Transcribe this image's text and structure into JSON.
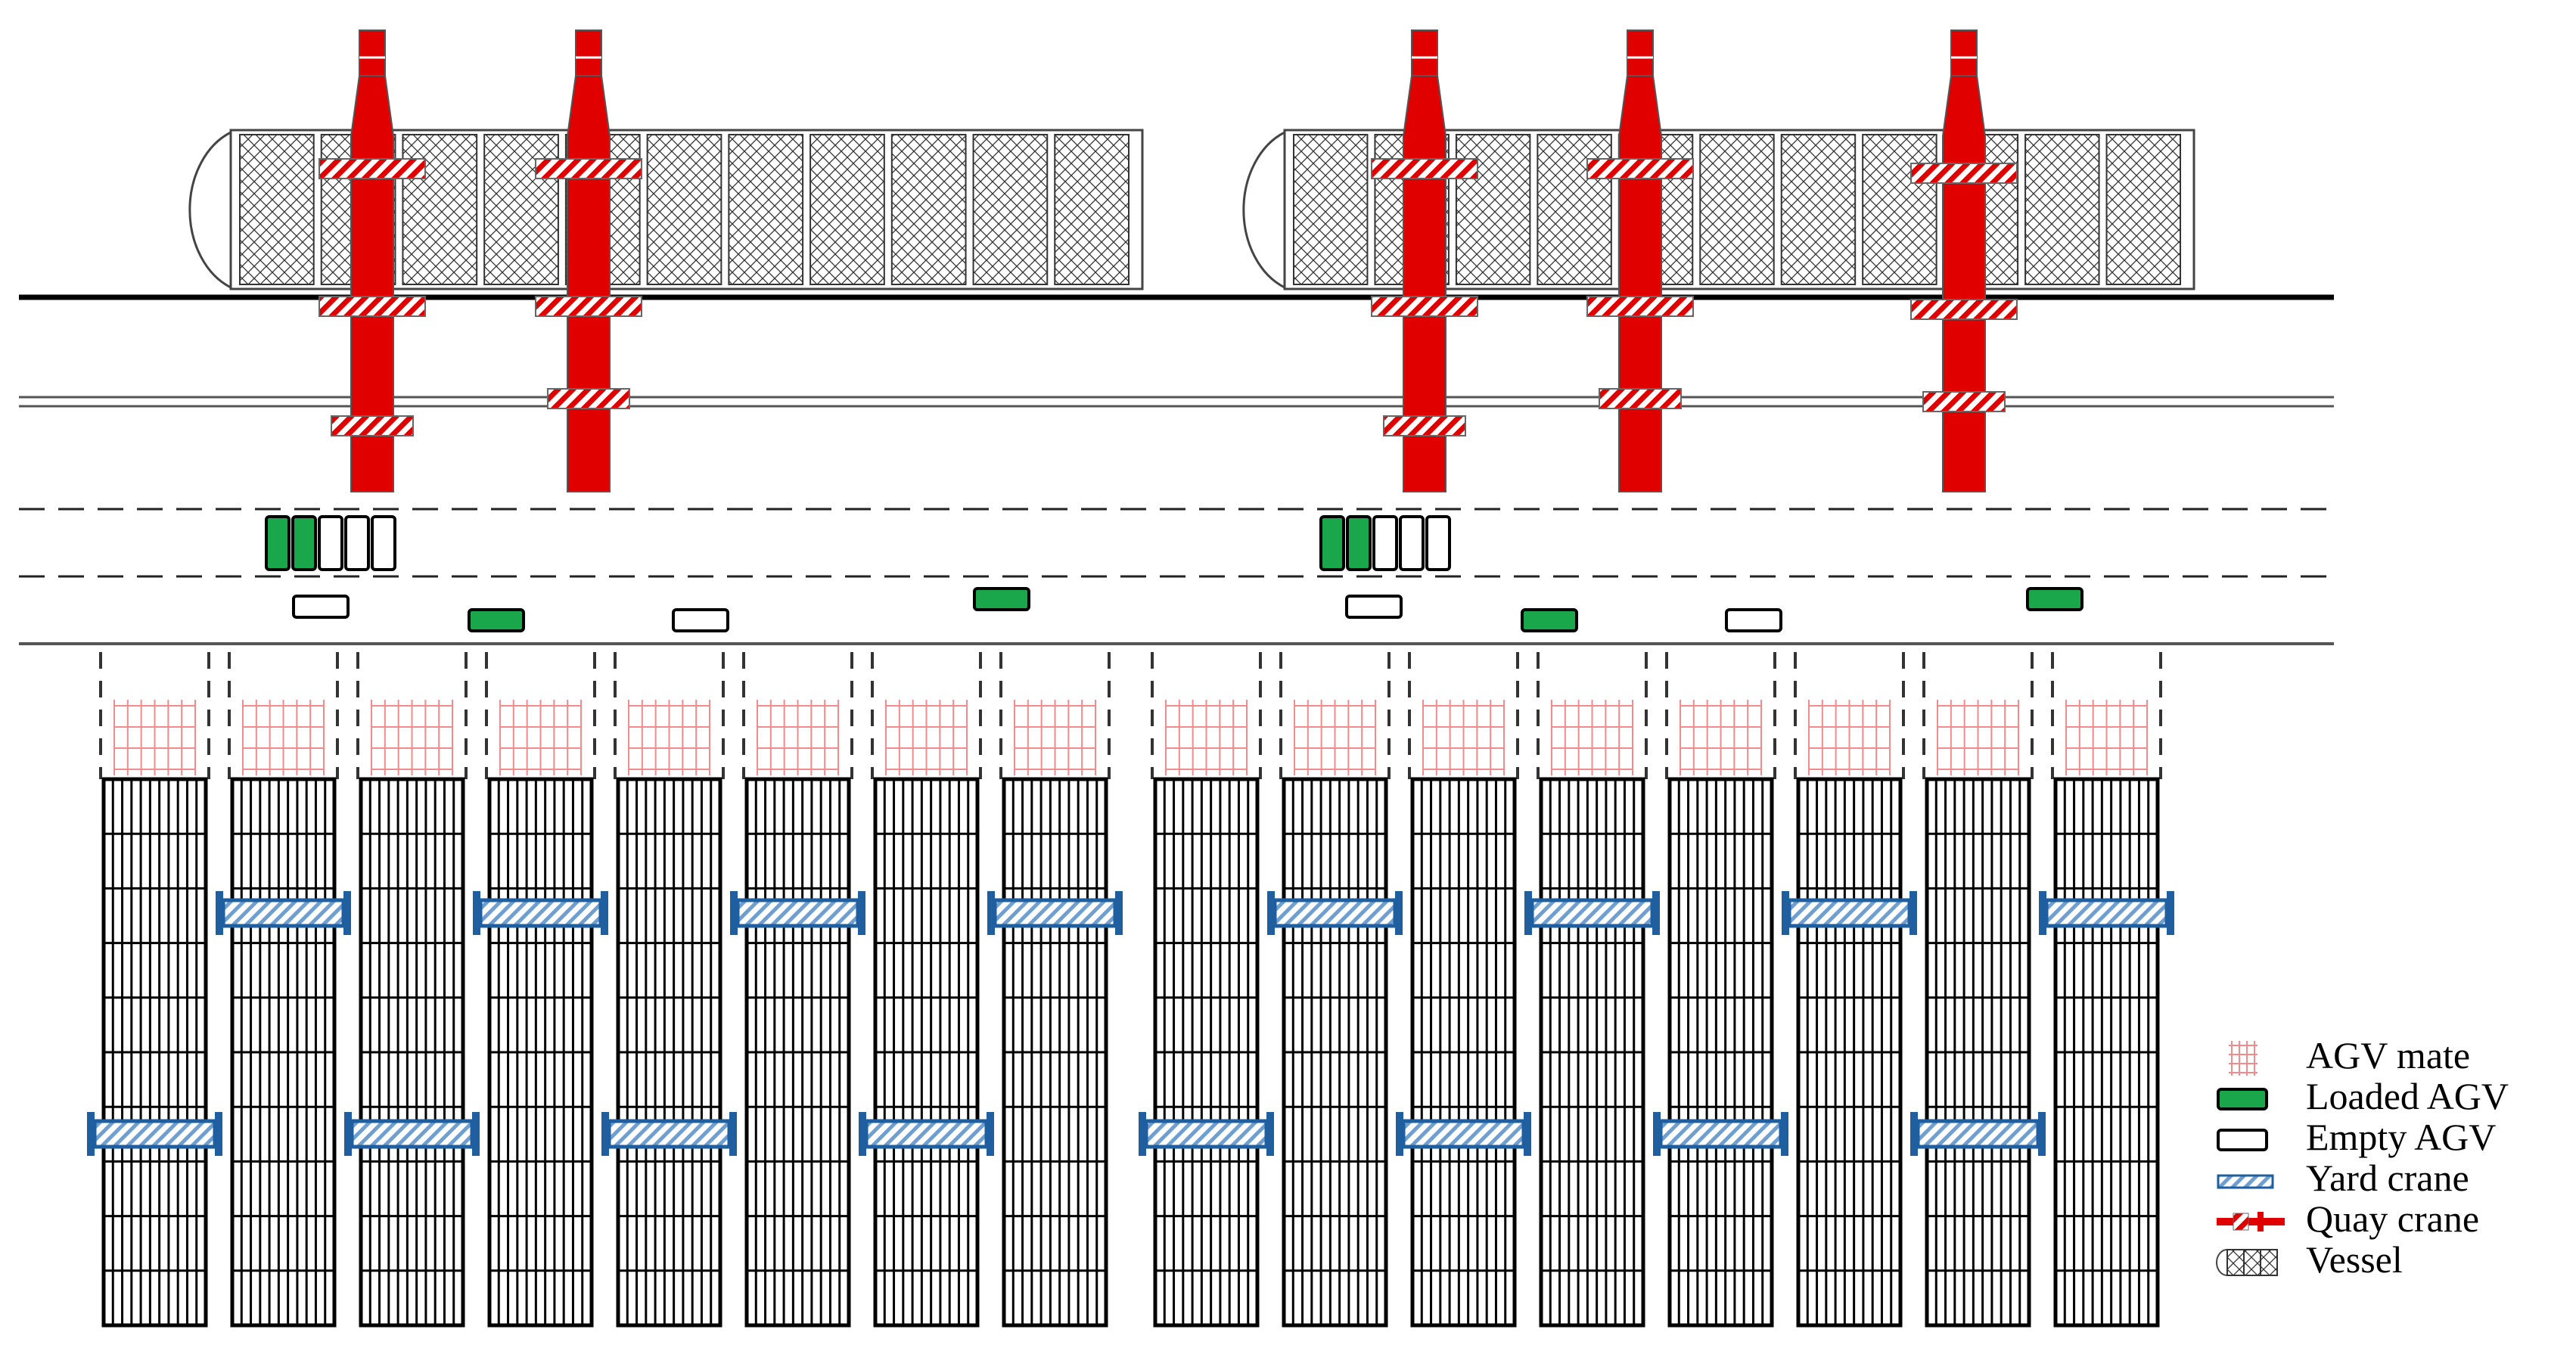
{
  "diagram": {
    "vessels": [
      {
        "id": "vessel-1",
        "bays": 11
      },
      {
        "id": "vessel-2",
        "bays": 11
      }
    ],
    "quay_cranes": 5,
    "yard_blocks": 16,
    "agv_queues": [
      {
        "loaded": 2,
        "empty": 3
      },
      {
        "loaded": 2,
        "empty": 3
      }
    ],
    "lane_agvs": [
      {
        "state": "empty"
      },
      {
        "state": "loaded"
      },
      {
        "state": "empty"
      },
      {
        "state": "loaded"
      },
      {
        "state": "empty"
      },
      {
        "state": "loaded"
      },
      {
        "state": "empty"
      },
      {
        "state": "loaded"
      }
    ],
    "colors": {
      "quay_crane": "#e00000",
      "loaded_agv": "#1aa64a",
      "empty_agv": "#ffffff",
      "yard_crane": "#1f5fa0",
      "agv_mate": "#f28c8c",
      "vessel_hatch": "#000000"
    }
  },
  "legend": {
    "items": [
      {
        "key": "agv-mate",
        "label": "AGV mate"
      },
      {
        "key": "loaded-agv",
        "label": "Loaded AGV"
      },
      {
        "key": "empty-agv",
        "label": "Empty AGV"
      },
      {
        "key": "yard-crane",
        "label": "Yard crane"
      },
      {
        "key": "quay-crane",
        "label": "Quay crane"
      },
      {
        "key": "vessel",
        "label": "Vessel"
      }
    ]
  }
}
